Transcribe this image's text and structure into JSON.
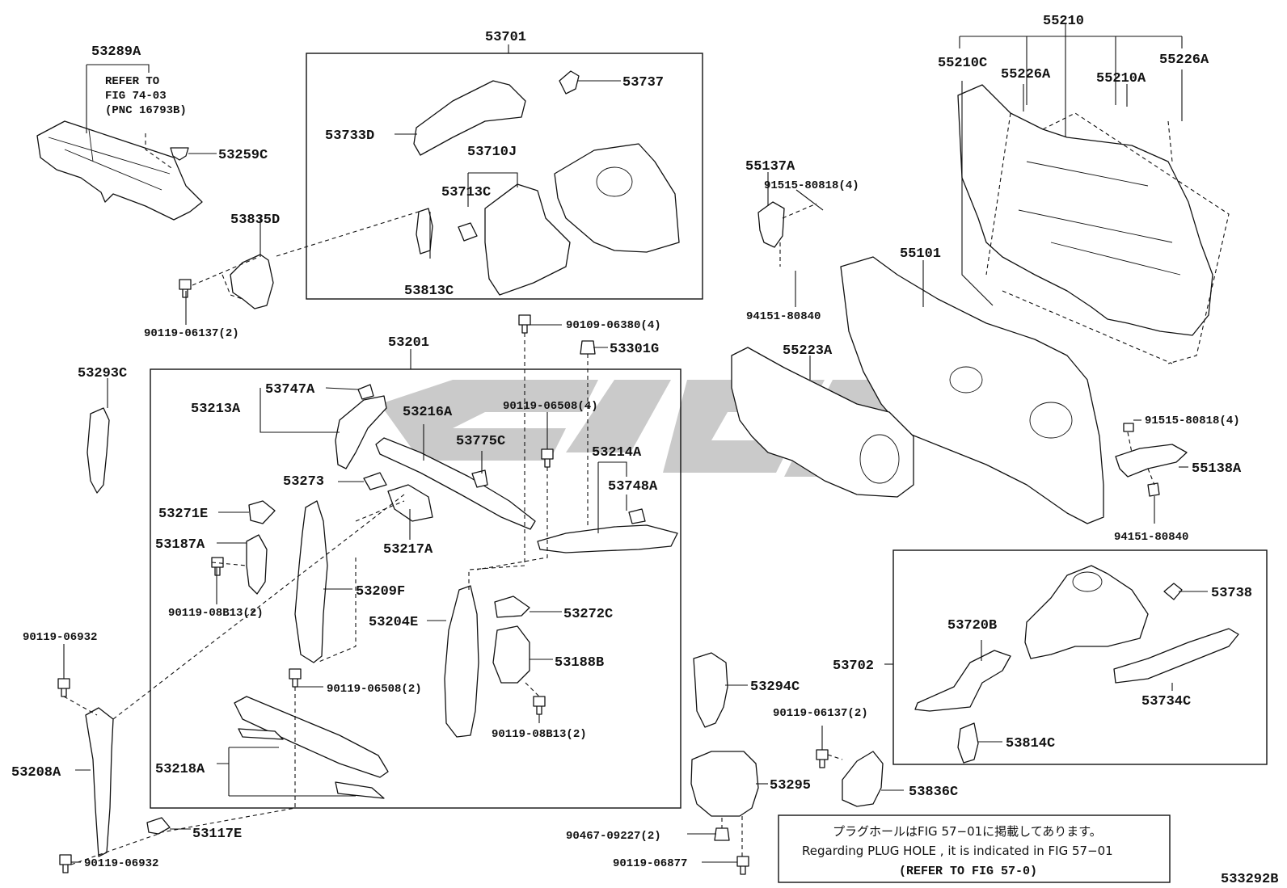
{
  "diagram": {
    "fig_code": "533292B",
    "note": {
      "line1": "プラグホールはFIG 57−01に掲載してあります。",
      "line2": "Regarding  PLUG  HOLE , it is indicated in  FIG  57−01",
      "line3": "(REFER TO FIG 57-0)"
    },
    "refer": {
      "line1": "REFER TO",
      "line2": "FIG 74-03",
      "line3": "(PNC 16793B)"
    },
    "labels": {
      "p53289A": "53289A",
      "p53259C": "53259C",
      "p53835D": "53835D",
      "p90119_06137_a": "90119-06137(2)",
      "p53701": "53701",
      "p53737": "53737",
      "p53733D": "53733D",
      "p53710J": "53710J",
      "p53713C": "53713C",
      "p53813C": "53813C",
      "p55210": "55210",
      "p55210C": "55210C",
      "p55226A_a": "55226A",
      "p55210A": "55210A",
      "p55226A_b": "55226A",
      "p55137A": "55137A",
      "p91515_a": "91515-80818(4)",
      "p94151_a": "94151-80840",
      "p55101": "55101",
      "p55223A": "55223A",
      "p90109": "90109-06380(4)",
      "p53301G": "53301G",
      "p53201": "53201",
      "p53293C": "53293C",
      "p53747A": "53747A",
      "p53213A": "53213A",
      "p53216A": "53216A",
      "p90119_06508_a": "90119-06508(4)",
      "p53775C": "53775C",
      "p53214A": "53214A",
      "p53748A": "53748A",
      "p53273": "53273",
      "p53271E": "53271E",
      "p53187A": "53187A",
      "p53217A": "53217A",
      "p90119_08B13_a": "90119-08B13(2)",
      "p53209F": "53209F",
      "p53204E": "53204E",
      "p53272C": "53272C",
      "p53188B": "53188B",
      "p90119_08B13_b": "90119-08B13(2)",
      "p90119_06508_b": "90119-06508(2)",
      "p53218A": "53218A",
      "p53117E": "53117E",
      "p90119_06932_a": "90119-06932",
      "p53208A": "53208A",
      "p90119_06932_b": "90119-06932",
      "p91515_b": "91515-80818(4)",
      "p55138A": "55138A",
      "p94151_b": "94151-80840",
      "p53738": "53738",
      "p53720B": "53720B",
      "p53702": "53702",
      "p53734C": "53734C",
      "p53294C": "53294C",
      "p90119_06137_b": "90119-06137(2)",
      "p53814C": "53814C",
      "p53836C": "53836C",
      "p53295": "53295",
      "p90467": "90467-09227(2)",
      "p90119_06877": "90119-06877"
    }
  }
}
